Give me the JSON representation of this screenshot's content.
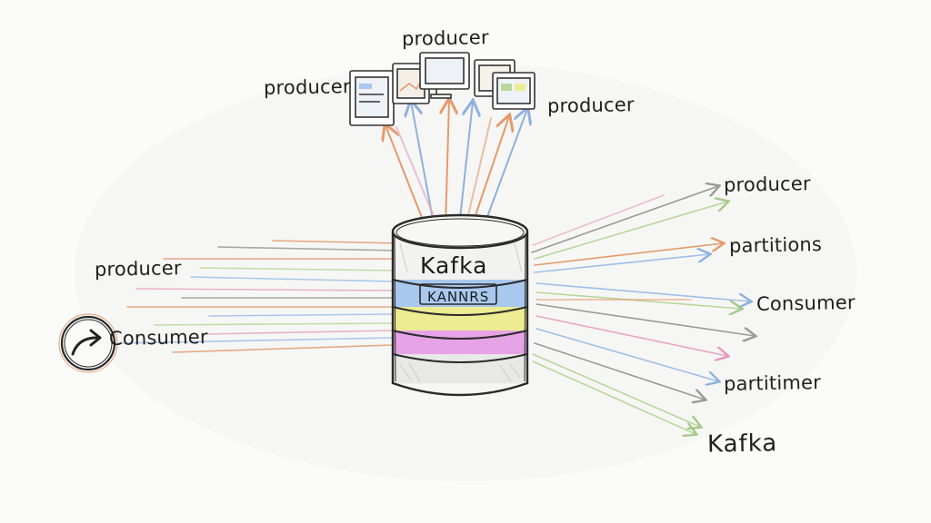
{
  "labels": {
    "producer_top": "producer",
    "producer_topleft": "producer",
    "producer_topright": "producer",
    "producer_left": "producer",
    "consumer_left": "Consumer",
    "producer_right": "producer",
    "partitions_right": "partitions",
    "consumer_right": "Consumer",
    "partitimer_right": "partitimer",
    "kafka_bottom": "Kafka"
  },
  "cylinder": {
    "title": "Kafka",
    "subtitle": "KANNRS"
  },
  "colors": {
    "ink": "#2a2a2a",
    "blue_band": "#a9c8ee",
    "yellow_band": "#eeec92",
    "pink_band": "#e6a3e6",
    "orange_arrow": "#e39a6c",
    "blue_arrow": "#9fbfe6",
    "green_arrow": "#b7d89a",
    "pink_arrow": "#e7a7c2"
  },
  "icons": {
    "monitors": "monitor-icon",
    "consumer_badge": "curved-arrow-icon"
  }
}
